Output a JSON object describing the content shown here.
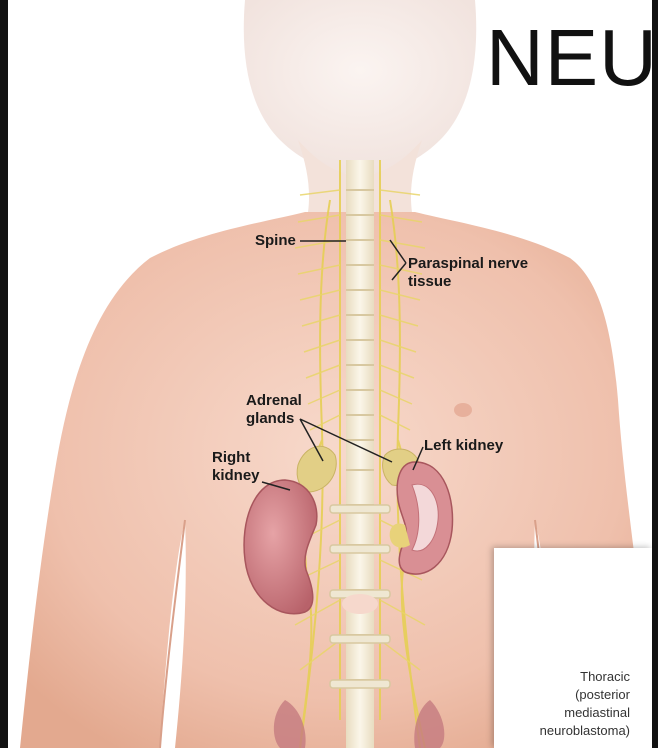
{
  "title": "NEU",
  "labels": {
    "spine": "Spine",
    "paraspinal_line1": "Paraspinal nerve",
    "paraspinal_line2": "tissue",
    "adrenal_line1": "Adrenal",
    "adrenal_line2": "glands",
    "left_kidney": "Left kidney",
    "right_kidney_line1": "Right",
    "right_kidney_line2": "kidney"
  },
  "inset": {
    "line1": "Thoracic",
    "line2": "(posterior",
    "line3": "mediastinal",
    "line4": "neuroblastoma)"
  },
  "colors": {
    "skin": "#f2c6b3",
    "nerve": "#e8d460",
    "kidney": "#c9767c",
    "spine": "#f3ecd8"
  }
}
